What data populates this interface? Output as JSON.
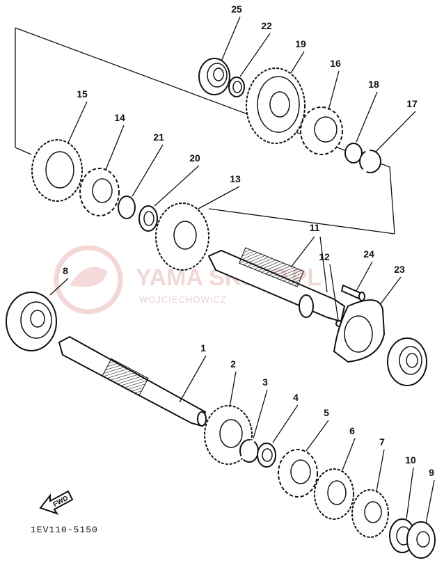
{
  "diagram": {
    "code": "1EV110-5150",
    "fwd_label": "FWD",
    "watermark": {
      "brand": "YAMA  SKLEP.PL",
      "sub": "WOJCIECHOWICZ"
    },
    "callouts": [
      {
        "id": "c25",
        "label": "25"
      },
      {
        "id": "c22",
        "label": "22"
      },
      {
        "id": "c19",
        "label": "19"
      },
      {
        "id": "c16",
        "label": "16"
      },
      {
        "id": "c18",
        "label": "18"
      },
      {
        "id": "c17",
        "label": "17"
      },
      {
        "id": "c15",
        "label": "15"
      },
      {
        "id": "c14",
        "label": "14"
      },
      {
        "id": "c21",
        "label": "21"
      },
      {
        "id": "c20",
        "label": "20"
      },
      {
        "id": "c13",
        "label": "13"
      },
      {
        "id": "c11",
        "label": "11"
      },
      {
        "id": "c12",
        "label": "12"
      },
      {
        "id": "c24",
        "label": "24"
      },
      {
        "id": "c23",
        "label": "23"
      },
      {
        "id": "c8",
        "label": "8"
      },
      {
        "id": "c1",
        "label": "1"
      },
      {
        "id": "c2",
        "label": "2"
      },
      {
        "id": "c3",
        "label": "3"
      },
      {
        "id": "c4",
        "label": "4"
      },
      {
        "id": "c5",
        "label": "5"
      },
      {
        "id": "c6",
        "label": "6"
      },
      {
        "id": "c7",
        "label": "7"
      },
      {
        "id": "c10",
        "label": "10"
      },
      {
        "id": "c9",
        "label": "9"
      }
    ]
  }
}
